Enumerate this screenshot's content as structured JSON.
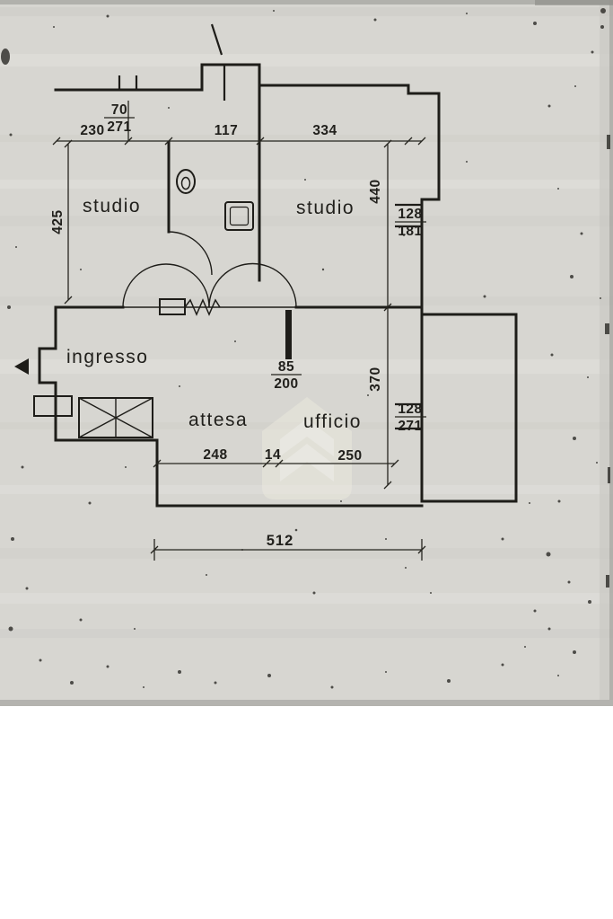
{
  "document": {
    "kind": "scanned floor plan"
  },
  "colors": {
    "paper": "#d7d6d1",
    "ink": "#1e1d19"
  },
  "plan": {
    "rooms": {
      "studio_left": "studio",
      "studio_right": "studio",
      "ingresso": "ingresso",
      "attesa": "attesa",
      "ufficio": "ufficio"
    },
    "dims": {
      "top_span_left": "230",
      "top_stack_upper": "70",
      "top_stack_lower": "271",
      "top_span_mid": "117",
      "top_span_right": "334",
      "left_height": "425",
      "right_height_upper": "440",
      "right_niche_upper_a": "128",
      "right_niche_upper_b": "181",
      "center_stack_upper": "85",
      "center_stack_lower": "200",
      "right_height_lower": "370",
      "right_niche_lower_a": "128",
      "right_niche_lower_b": "271",
      "bottom_span_left": "248",
      "bottom_span_mid": "14",
      "bottom_span_right": "250",
      "bottom_total": "512"
    }
  }
}
